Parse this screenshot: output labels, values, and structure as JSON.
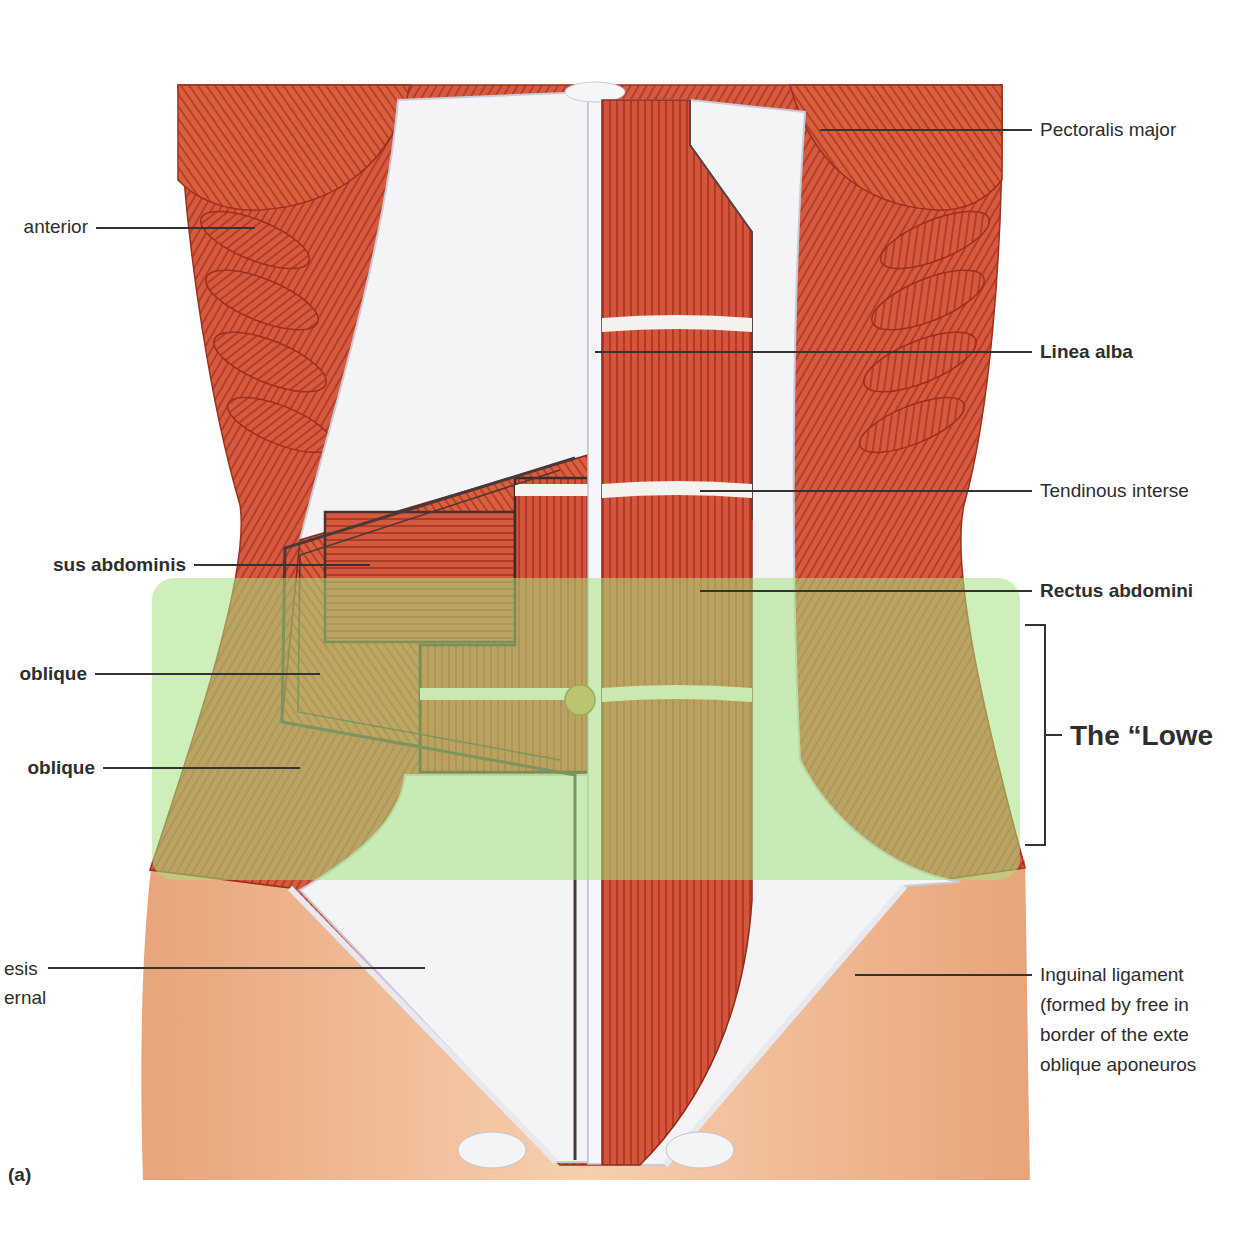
{
  "diagram": {
    "labels": [
      "Pectoralis major",
      "anterior",
      "Linea alba",
      "Tendinous interse",
      "sus abdominis",
      "Rectus abdomini",
      "oblique",
      "The “Lowe",
      "oblique",
      "esis ernal",
      "Inguinal ligament (formed by free in border of the exte oblique aponeuros",
      "(a)"
    ]
  }
}
